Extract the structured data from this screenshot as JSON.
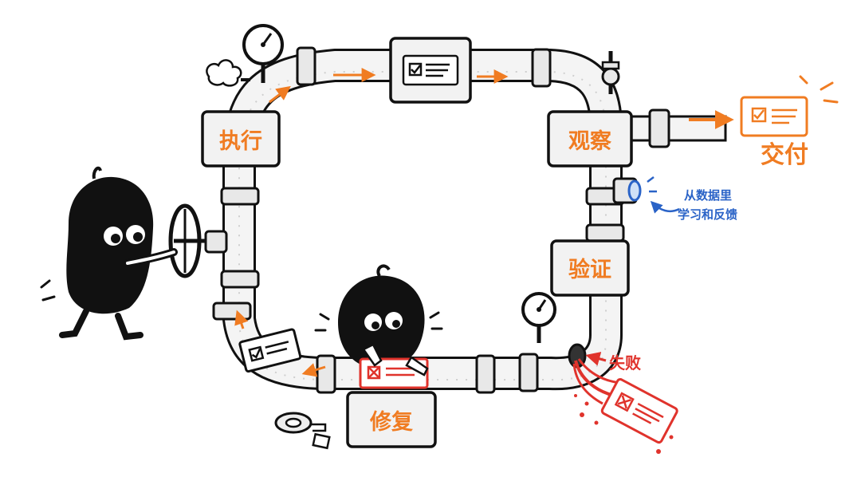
{
  "stages": {
    "execute": "执行",
    "observe": "观察",
    "verify": "验证",
    "fix": "修复"
  },
  "deliver": "交付",
  "fail": "失败",
  "learn_line1": "从数据里",
  "learn_line2": "学习和反馈",
  "colors": {
    "ink": "#111111",
    "orange": "#f07c22",
    "red": "#e0332c",
    "blue": "#2a63c7",
    "pipe": "#f4f4f4"
  },
  "icons": [
    "pressure-gauge-icon",
    "valve-wheel-icon",
    "checklist-card-icon",
    "broken-card-icon",
    "tape-roll-icon",
    "lens-sensor-icon"
  ]
}
